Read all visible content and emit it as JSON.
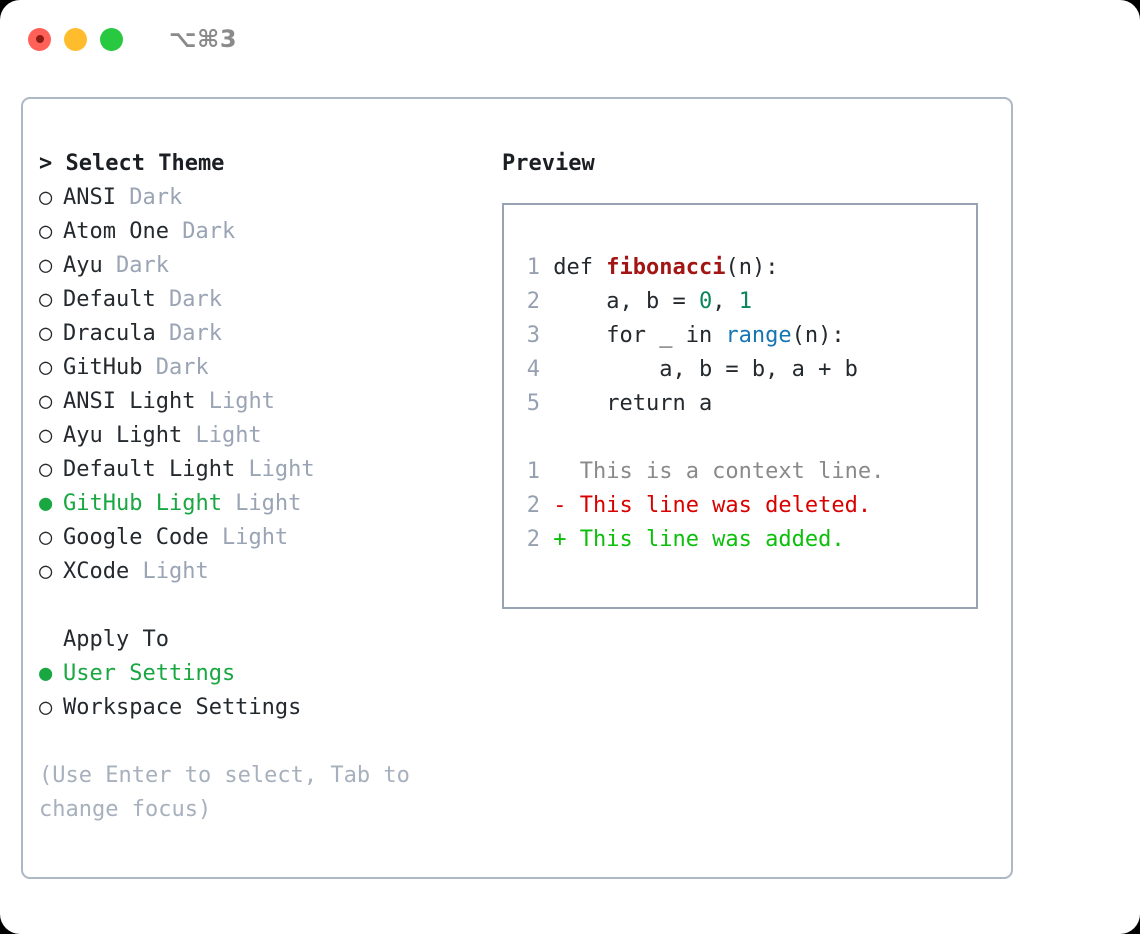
{
  "titlebar": {
    "shortcut": "⌥⌘3",
    "buttons": [
      {
        "name": "close",
        "color": "#ff6159"
      },
      {
        "name": "minimize",
        "color": "#ffbd2e"
      },
      {
        "name": "maximize",
        "color": "#28c840"
      }
    ]
  },
  "theme_panel": {
    "header": "> Select Theme",
    "items": [
      {
        "marker": "○",
        "label": "ANSI",
        "tag": "Dark",
        "selected": false
      },
      {
        "marker": "○",
        "label": "Atom One",
        "tag": "Dark",
        "selected": false
      },
      {
        "marker": "○",
        "label": "Ayu",
        "tag": "Dark",
        "selected": false
      },
      {
        "marker": "○",
        "label": "Default",
        "tag": "Dark",
        "selected": false
      },
      {
        "marker": "○",
        "label": "Dracula",
        "tag": "Dark",
        "selected": false
      },
      {
        "marker": "○",
        "label": "GitHub",
        "tag": "Dark",
        "selected": false
      },
      {
        "marker": "○",
        "label": "ANSI Light",
        "tag": "Light",
        "selected": false
      },
      {
        "marker": "○",
        "label": "Ayu Light",
        "tag": "Light",
        "selected": false
      },
      {
        "marker": "○",
        "label": "Default Light",
        "tag": "Light",
        "selected": false
      },
      {
        "marker": "●",
        "label": "GitHub Light",
        "tag": "Light",
        "selected": true
      },
      {
        "marker": "○",
        "label": "Google Code",
        "tag": "Light",
        "selected": false
      },
      {
        "marker": "○",
        "label": "XCode",
        "tag": "Light",
        "selected": false
      }
    ]
  },
  "apply_to": {
    "header": "Apply To",
    "items": [
      {
        "marker": "●",
        "label": "User Settings",
        "selected": true
      },
      {
        "marker": "○",
        "label": "Workspace Settings",
        "selected": false
      }
    ]
  },
  "hint": "(Use Enter to select, Tab to change focus)",
  "preview": {
    "title": "Preview",
    "code_lines": [
      {
        "num": "1",
        "tokens": [
          {
            "t": " def ",
            "c": "plain"
          },
          {
            "t": "fibonacci",
            "c": "fn"
          },
          {
            "t": "(n):",
            "c": "plain"
          }
        ]
      },
      {
        "num": "2",
        "tokens": [
          {
            "t": "     a, b = ",
            "c": "plain"
          },
          {
            "t": "0",
            "c": "num"
          },
          {
            "t": ", ",
            "c": "plain"
          },
          {
            "t": "1",
            "c": "num"
          }
        ]
      },
      {
        "num": "3",
        "tokens": [
          {
            "t": "     for _ in ",
            "c": "plain"
          },
          {
            "t": "range",
            "c": "call"
          },
          {
            "t": "(n):",
            "c": "plain"
          }
        ]
      },
      {
        "num": "4",
        "tokens": [
          {
            "t": "         a, b = b, a + b",
            "c": "plain"
          }
        ]
      },
      {
        "num": "5",
        "tokens": [
          {
            "t": "     return a",
            "c": "plain"
          }
        ]
      }
    ],
    "diff_lines": [
      {
        "num": "1",
        "prefix": "   ",
        "text": "This is a context line.",
        "kind": "ctx"
      },
      {
        "num": "2",
        "prefix": " - ",
        "text": "This line was deleted.",
        "kind": "del"
      },
      {
        "num": "2",
        "prefix": " + ",
        "text": "This line was added.",
        "kind": "add"
      }
    ]
  },
  "colors": {
    "accent_green": "#19a741",
    "tag_gray": "#9aa4b4",
    "line_number": "#96a0b0",
    "function_red": "#a31515",
    "number_teal": "#098658",
    "call_blue": "#1676b5",
    "diff_delete": "#d90000",
    "diff_add": "#0bbf0b",
    "border": "#aeb7c4"
  }
}
